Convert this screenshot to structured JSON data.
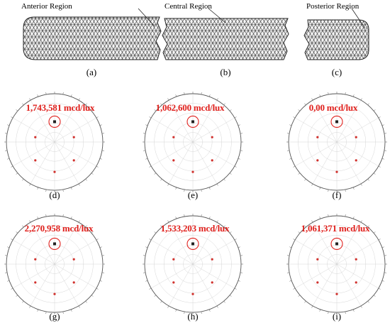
{
  "regions": [
    {
      "title": "Anterior Region",
      "label": "(a)"
    },
    {
      "title": "Central Region",
      "label": "(b)"
    },
    {
      "title": "Posterior Region",
      "label": "(c)"
    }
  ],
  "plots": [
    {
      "value": "1,743,581 mcd/lux",
      "label": "(d)"
    },
    {
      "value": "1,062,600 mcd/lux",
      "label": "(e)"
    },
    {
      "value": "0,00 mcd/lux",
      "label": "(f)"
    },
    {
      "value": "2,270,958 mcd/lux",
      "label": "(g)"
    },
    {
      "value": "1,533,203 mcd/lux",
      "label": "(h)"
    },
    {
      "value": "1,061,371 mcd/lux",
      "label": "(i)"
    }
  ],
  "colors": {
    "highlight": "#e0201c",
    "dot": "#d0312d",
    "grid": "#cccccc",
    "outline": "#555555"
  }
}
